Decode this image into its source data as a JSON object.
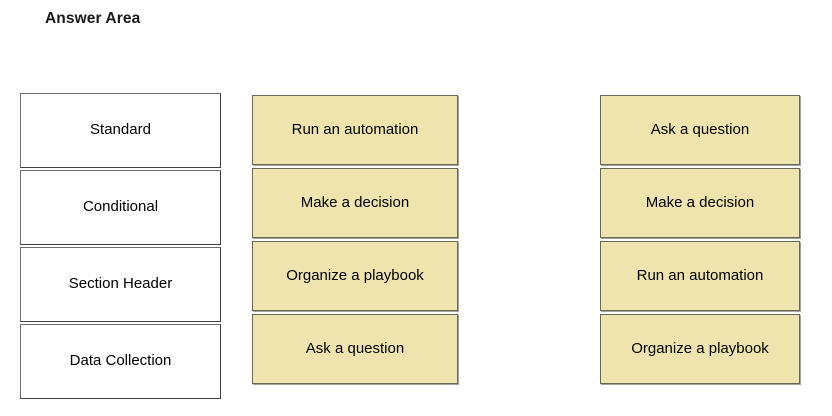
{
  "page": {
    "title": "Answer Area",
    "background_color": "#ffffff"
  },
  "colors": {
    "option_fill": "#efe4ae",
    "option_border": "#69695a",
    "category_fill": "#ffffff",
    "category_border": "#6e6e6e",
    "text": "#000000"
  },
  "categories": {
    "name": "answer-area-categories",
    "items": [
      {
        "label": "Standard"
      },
      {
        "label": "Conditional"
      },
      {
        "label": "Section Header"
      },
      {
        "label": "Data Collection"
      }
    ]
  },
  "source_options": {
    "name": "source-options-column",
    "items": [
      {
        "label": "Run an automation"
      },
      {
        "label": "Make a decision"
      },
      {
        "label": "Organize a playbook"
      },
      {
        "label": "Ask a question"
      }
    ]
  },
  "answer_options": {
    "name": "answer-options-column",
    "items": [
      {
        "label": "Ask a question"
      },
      {
        "label": "Make a decision"
      },
      {
        "label": "Run an automation"
      },
      {
        "label": "Organize a playbook"
      }
    ]
  }
}
